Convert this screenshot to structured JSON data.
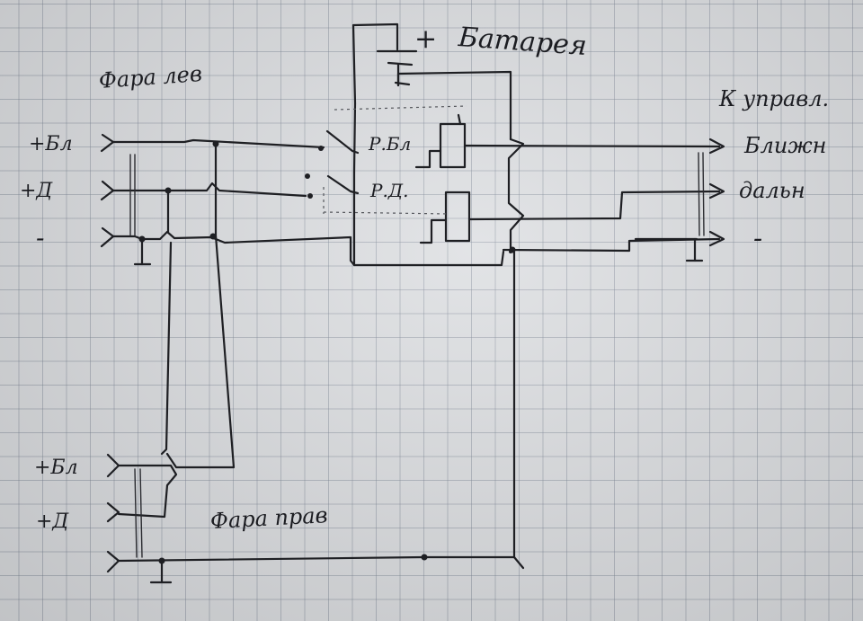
{
  "labels": {
    "battery": "Батарея",
    "battery_plus": "+",
    "to_control": "К управл.",
    "near_out": "Ближн",
    "far_out": "дальн",
    "minus_out": "-",
    "headlight_left": "Фара лев",
    "headlight_right": "Фара прав",
    "relay_near": "Р.Бл",
    "relay_far": "Р.Д.",
    "left_near": "+Бл",
    "left_far": "+Д",
    "left_minus": "-",
    "right_near": "+Бл",
    "right_far": "+Д"
  }
}
